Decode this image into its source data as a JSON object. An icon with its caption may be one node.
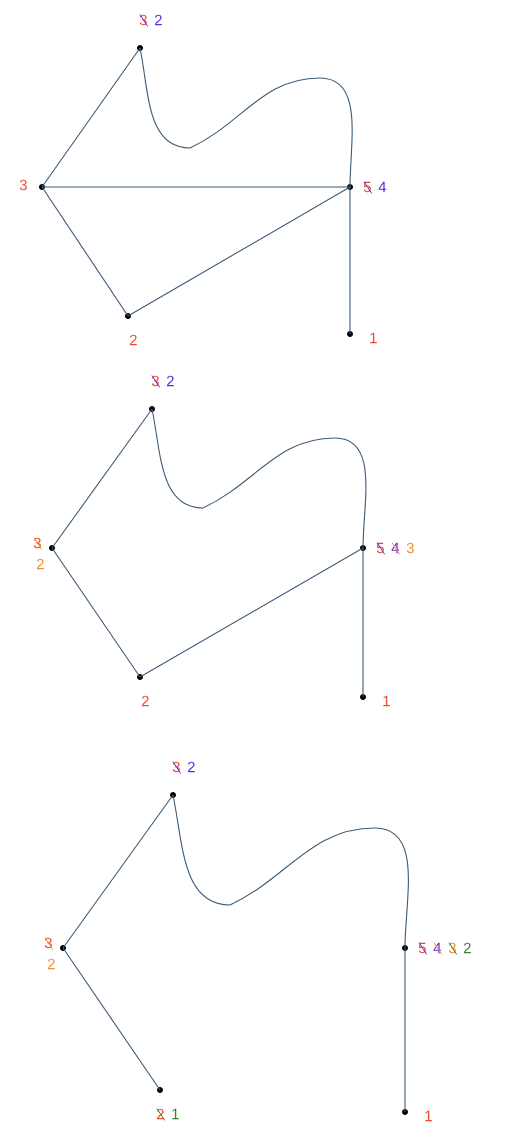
{
  "diagram": {
    "nodes": [
      {
        "text": [],
        "shape": "circle",
        "beside": [
          "3",
          "2"
        ]
      },
      {
        "text": [],
        "shape": "circle",
        "beside": [
          "3"
        ]
      },
      {
        "text": [],
        "shape": "circle",
        "beside": [
          "2"
        ]
      },
      {
        "text": [],
        "shape": "circle",
        "beside": [
          "5",
          "4"
        ]
      },
      {
        "text": [],
        "shape": "circle",
        "beside": [
          "1"
        ]
      },
      {
        "text": [],
        "shape": "circle",
        "beside": [
          "3",
          "2"
        ]
      },
      {
        "text": [],
        "shape": "circle",
        "beside": [
          "3",
          "2"
        ]
      },
      {
        "text": [],
        "shape": "circle",
        "beside": [
          "2"
        ]
      },
      {
        "text": [],
        "shape": "circle",
        "beside": [
          "5",
          "4",
          "3"
        ]
      },
      {
        "text": [],
        "shape": "circle",
        "beside": [
          "1"
        ]
      },
      {
        "text": [],
        "shape": "circle",
        "beside": [
          "3",
          "2"
        ]
      },
      {
        "text": [],
        "shape": "circle",
        "beside": [
          "3",
          "2"
        ]
      },
      {
        "text": [],
        "shape": "circle",
        "beside": [
          "2",
          "1"
        ]
      },
      {
        "text": [],
        "shape": "circle",
        "beside": [
          "5",
          "4",
          "3",
          "2"
        ]
      },
      {
        "text": [],
        "shape": "circle",
        "beside": [
          "1"
        ]
      }
    ],
    "edges": [
      {
        "from": 0,
        "to": 1,
        "arrow": "none"
      },
      {
        "from": 0,
        "to": 3,
        "arrow": "none"
      },
      {
        "from": 1,
        "to": 3,
        "arrow": "none"
      },
      {
        "from": 1,
        "to": 2,
        "arrow": "none"
      },
      {
        "from": 2,
        "to": 3,
        "arrow": "none"
      },
      {
        "from": 3,
        "to": 4,
        "arrow": "none"
      },
      {
        "from": 5,
        "to": 6,
        "arrow": "none"
      },
      {
        "from": 5,
        "to": 8,
        "arrow": "none"
      },
      {
        "from": 6,
        "to": 7,
        "arrow": "none"
      },
      {
        "from": 7,
        "to": 8,
        "arrow": "none"
      },
      {
        "from": 8,
        "to": 9,
        "arrow": "none"
      },
      {
        "from": 10,
        "to": 11,
        "arrow": "none"
      },
      {
        "from": 10,
        "to": 13,
        "arrow": "none"
      },
      {
        "from": 11,
        "to": 12,
        "arrow": "none"
      },
      {
        "from": 13,
        "to": 14,
        "arrow": "none"
      }
    ]
  }
}
